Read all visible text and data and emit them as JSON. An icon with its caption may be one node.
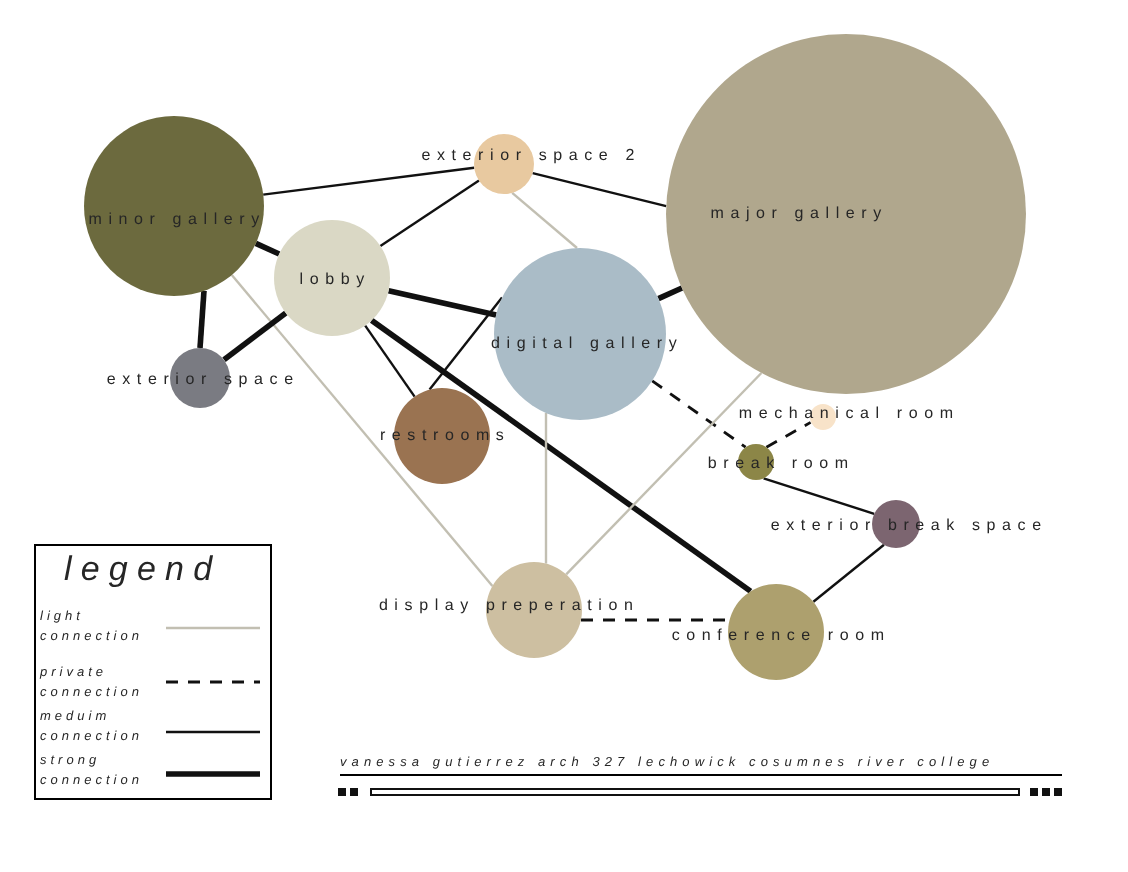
{
  "diagram": {
    "nodes": [
      {
        "text": [
          "minor gallery"
        ]
      },
      {
        "text": [
          "exterior space 2"
        ]
      },
      {
        "text": [
          "major gallery"
        ]
      },
      {
        "text": [
          "lobby"
        ]
      },
      {
        "text": [
          "exterior space"
        ]
      },
      {
        "text": [
          "digital gallery"
        ]
      },
      {
        "text": [
          "restrooms"
        ]
      },
      {
        "text": [
          "mechanical room"
        ]
      },
      {
        "text": [
          "break room"
        ]
      },
      {
        "text": [
          "exterior break space"
        ]
      },
      {
        "text": [
          "display preperation"
        ]
      },
      {
        "text": [
          "conference room"
        ]
      }
    ],
    "edges": [
      {
        "from": 0,
        "to": 1,
        "arrow": "none"
      },
      {
        "from": 0,
        "to": 3,
        "arrow": "none",
        "style": "thick"
      },
      {
        "from": 0,
        "to": 4,
        "arrow": "none",
        "style": "thick"
      },
      {
        "from": 0,
        "to": 10,
        "arrow": "none",
        "color": "#c2bfb2"
      },
      {
        "from": 1,
        "to": 2,
        "arrow": "none"
      },
      {
        "from": 1,
        "to": 5,
        "arrow": "none",
        "color": "#c2bfb2"
      },
      {
        "from": 3,
        "to": 1,
        "arrow": "none"
      },
      {
        "from": 3,
        "to": 4,
        "arrow": "none",
        "style": "thick"
      },
      {
        "from": 3,
        "to": 5,
        "arrow": "none",
        "style": "thick"
      },
      {
        "from": 3,
        "to": 6,
        "arrow": "none"
      },
      {
        "from": 3,
        "to": 11,
        "arrow": "none",
        "style": "thick"
      },
      {
        "from": 6,
        "to": 5,
        "arrow": "none"
      },
      {
        "from": 5,
        "to": 2,
        "arrow": "none",
        "style": "thick"
      },
      {
        "from": 5,
        "to": 8,
        "arrow": "none",
        "style": "dashed"
      },
      {
        "from": 5,
        "to": 10,
        "arrow": "none",
        "color": "#c2bfb2"
      },
      {
        "from": 2,
        "to": 10,
        "arrow": "none",
        "color": "#c2bfb2"
      },
      {
        "from": 8,
        "to": 7,
        "arrow": "none",
        "style": "dashed"
      },
      {
        "from": 8,
        "to": 9,
        "arrow": "none"
      },
      {
        "from": 9,
        "to": 11,
        "arrow": "none"
      },
      {
        "from": 10,
        "to": 11,
        "arrow": "none",
        "style": "dashed"
      }
    ],
    "labels": [
      "legend",
      "vanessa gutierrez arch 327 lechowick cosumnes river college"
    ],
    "legend": [
      {
        "text": "light connection"
      },
      {
        "text": "private connection"
      },
      {
        "text": "meduim connection"
      },
      {
        "text": "strong connection"
      }
    ]
  }
}
